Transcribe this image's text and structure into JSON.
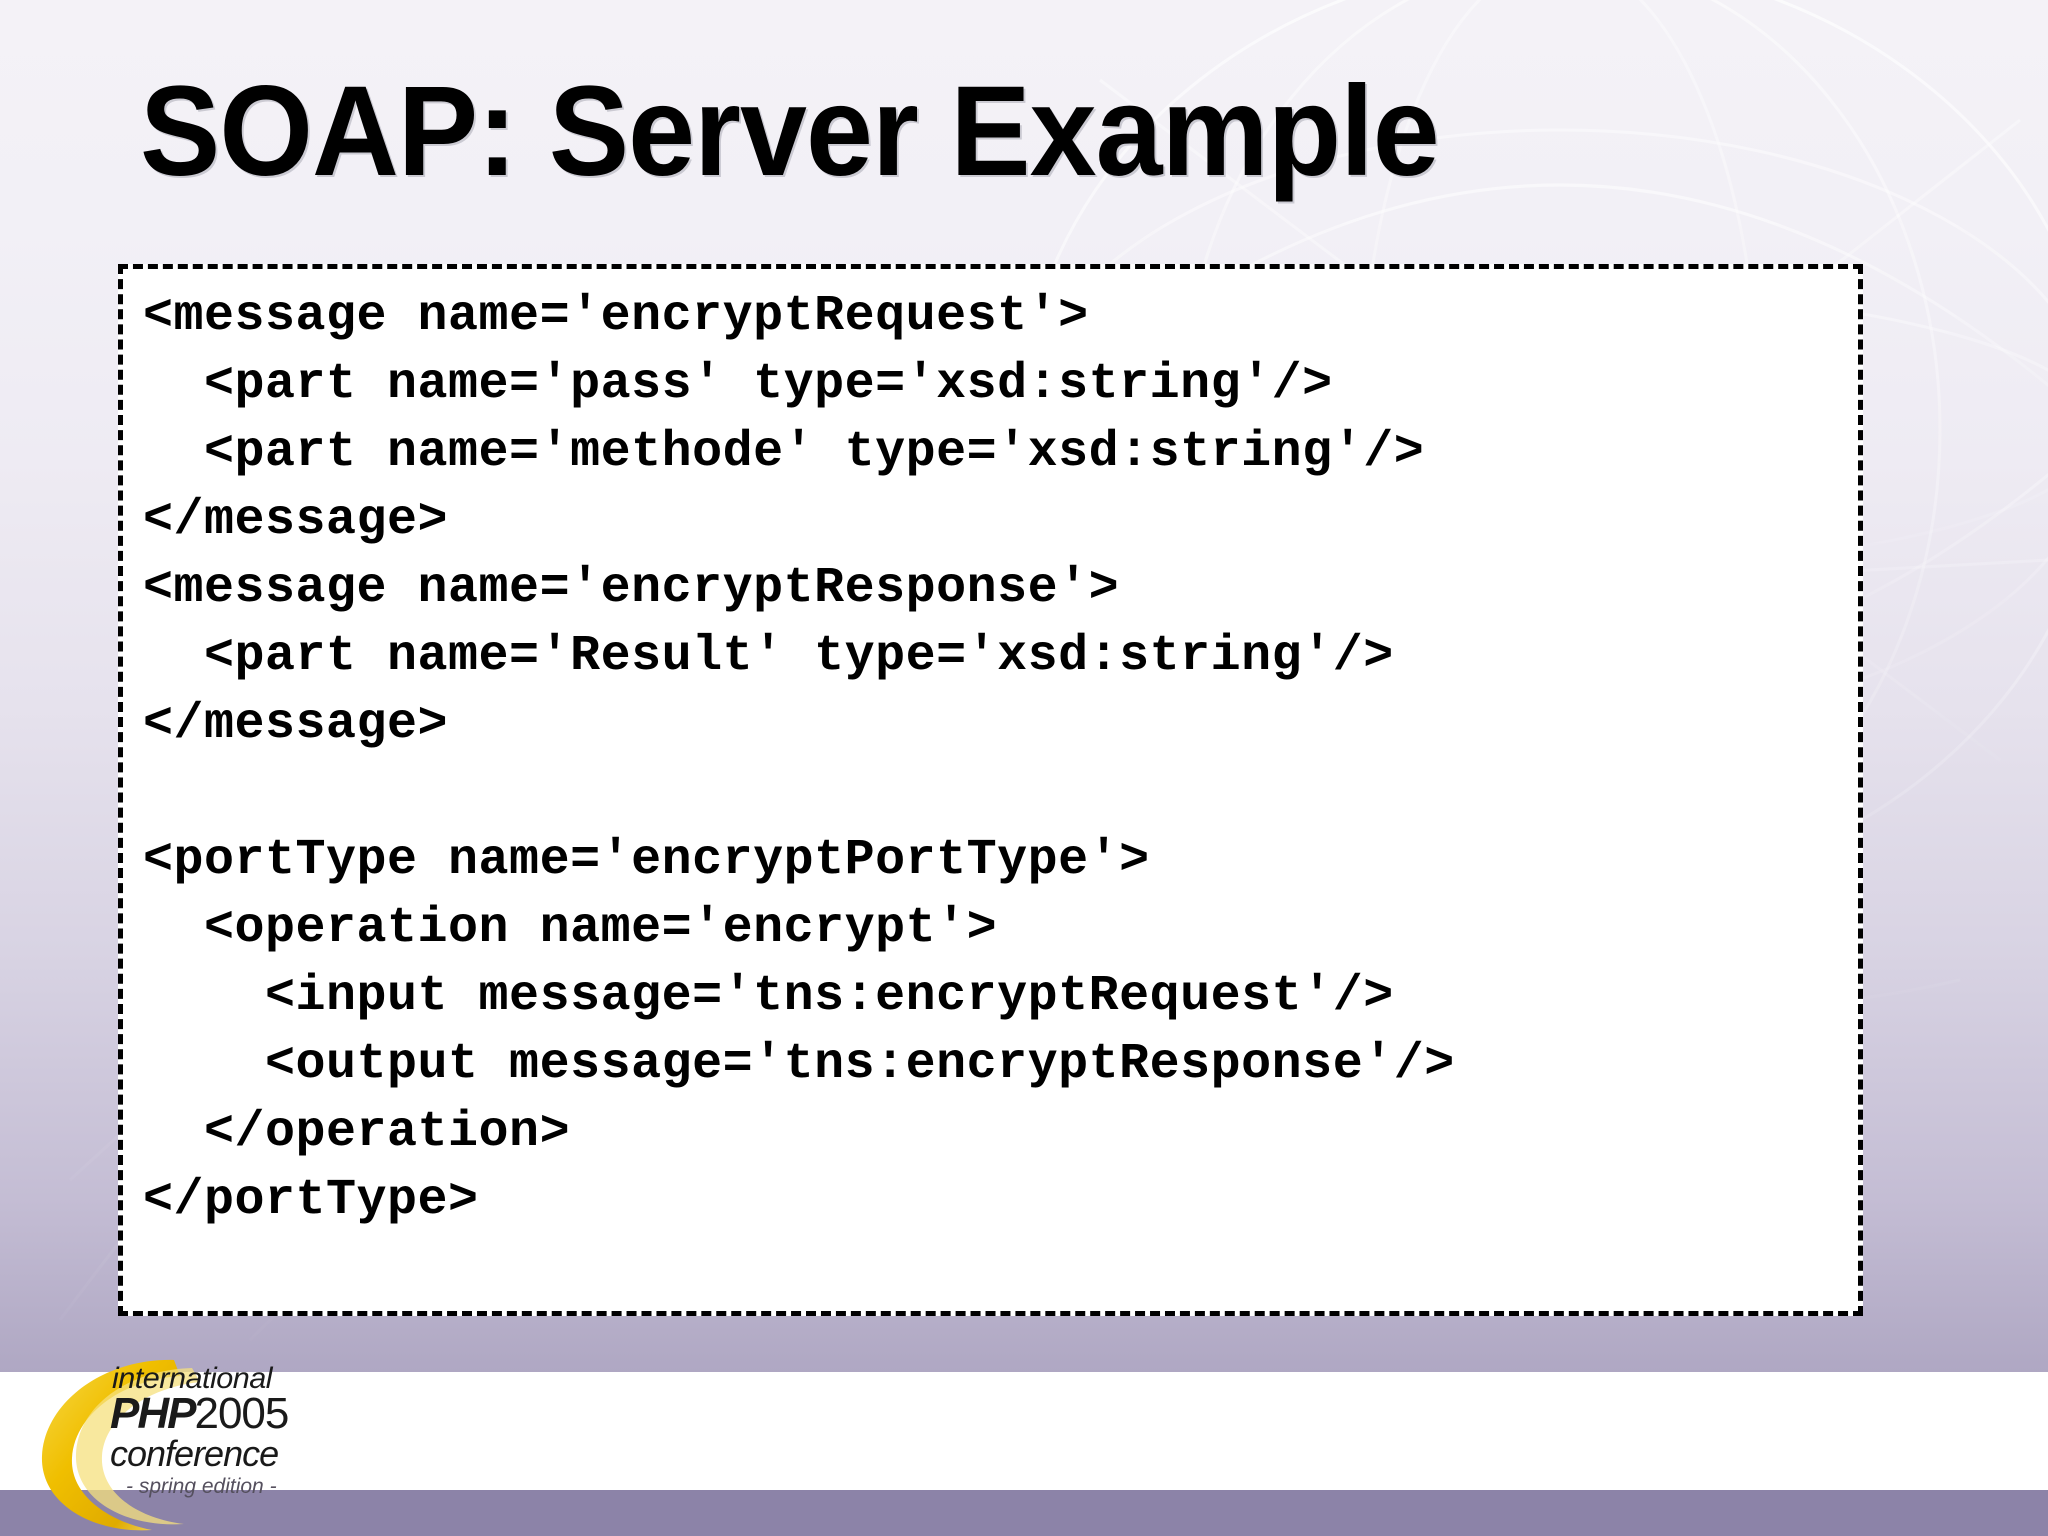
{
  "slide": {
    "title": "SOAP: Server Example",
    "background_top_color": "#f4f2f7",
    "background_bottom_color": "#9a90b2",
    "accent_bar_color": "#8c83a8",
    "code_box_background": "#ffffff",
    "code_box_border_color": "#000000",
    "code_box_border_style": "dashed"
  },
  "code_block": {
    "language": "wsdl-xml",
    "lines": [
      "<message name='encryptRequest'>",
      "  <part name='pass' type='xsd:string'/>",
      "  <part name='methode' type='xsd:string'/>",
      "</message>",
      "<message name='encryptResponse'>",
      "  <part name='Result' type='xsd:string'/>",
      "</message>",
      "",
      "<portType name='encryptPortType'>",
      "  <operation name='encrypt'>",
      "    <input message='tns:encryptRequest'/>",
      "    <output message='tns:encryptResponse'/>",
      "  </operation>",
      "</portType>"
    ]
  },
  "footer": {
    "logo": {
      "line1": "international",
      "line2_bold": "PHP",
      "line2_year": "2005",
      "line3": "conference",
      "line4": "- spring edition -",
      "swoosh_color": "#f2c200"
    }
  }
}
